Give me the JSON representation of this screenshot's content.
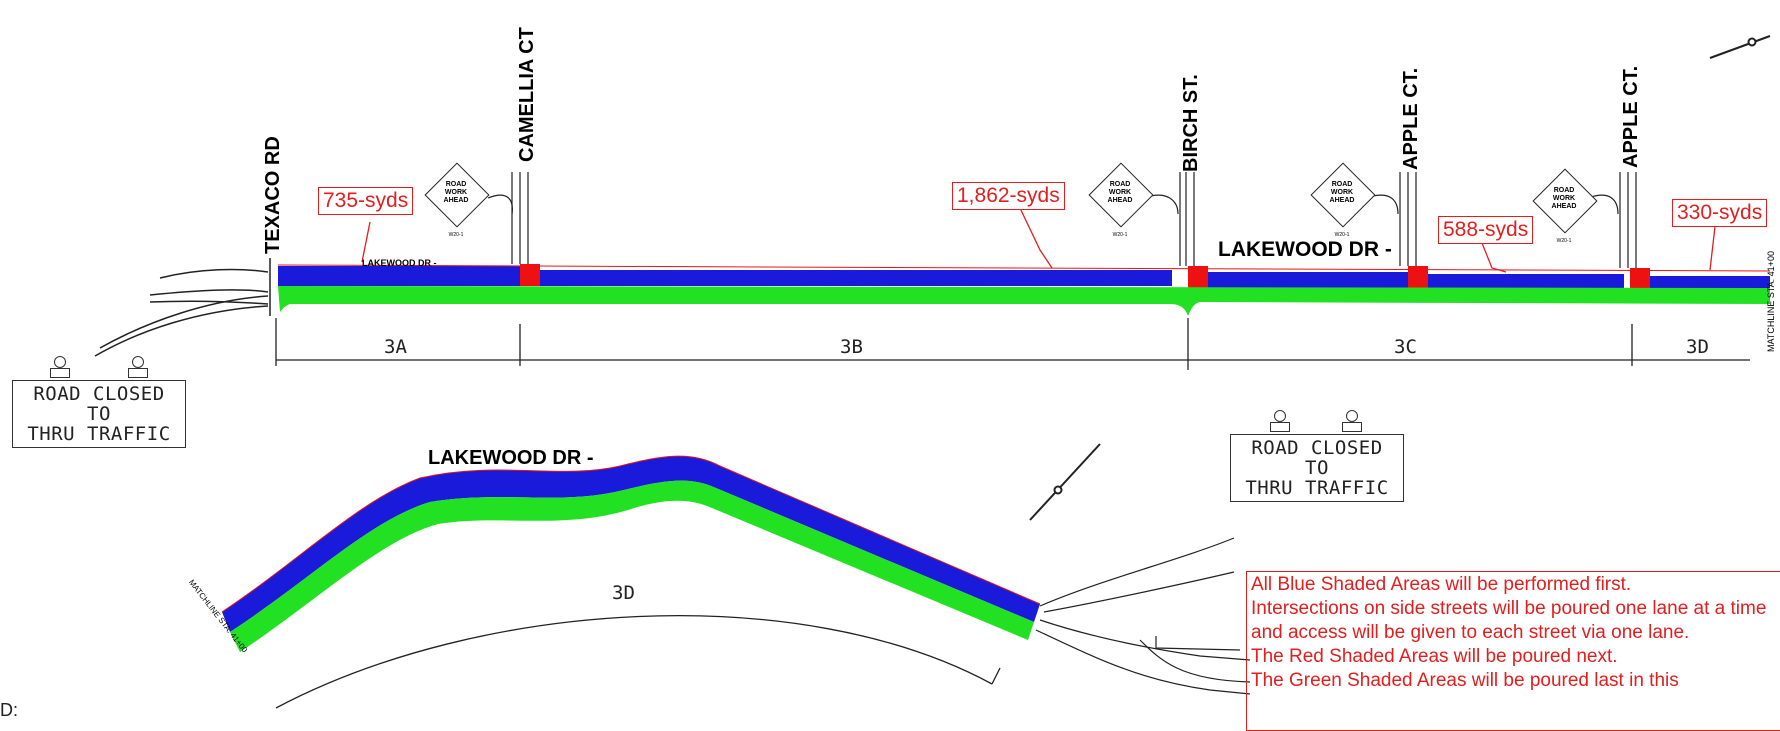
{
  "streets": {
    "texaco": "TEXACO RD",
    "camellia": "CAMELLIA CT",
    "birch": "BIRCH ST.",
    "apple1": "APPLE CT.",
    "apple2": "APPLE CT."
  },
  "lakewood": {
    "small": "LAKEWOOD DR -",
    "large_top": "LAKEWOOD DR -",
    "large_bottom": "LAKEWOOD DR -"
  },
  "quantities": {
    "q1": "735-syds",
    "q2": "1,862-syds",
    "q3": "588-syds",
    "q4": "330-syds"
  },
  "segments": {
    "s3a": "3A",
    "s3b": "3B",
    "s3c": "3C",
    "s3d_top": "3D",
    "s3d_bottom": "3D"
  },
  "road_closed_sign": {
    "line1": "ROAD CLOSED",
    "line2": "TO",
    "line3": "THRU TRAFFIC"
  },
  "work_sign": {
    "line1": "ROAD",
    "line2": "WORK",
    "line3": "AHEAD",
    "code": "W20-1"
  },
  "matchline": {
    "top": "MATCHLINE STA. 41+00",
    "bottom": "MATCHLINE STA. 41+00"
  },
  "notes": [
    "All Blue Shaded Areas will be performed first.",
    "Intersections on side streets will be poured one lane at a time and access will be given to each street via one lane.",
    "The Red Shaded Areas will be poured next.",
    "The Green Shaded Areas will be poured last in this"
  ],
  "edge_fragment": "D:",
  "colors": {
    "blue": "#1a1adb",
    "green": "#22e022",
    "red": "#ee1111",
    "annotation": "#e21e1e"
  }
}
